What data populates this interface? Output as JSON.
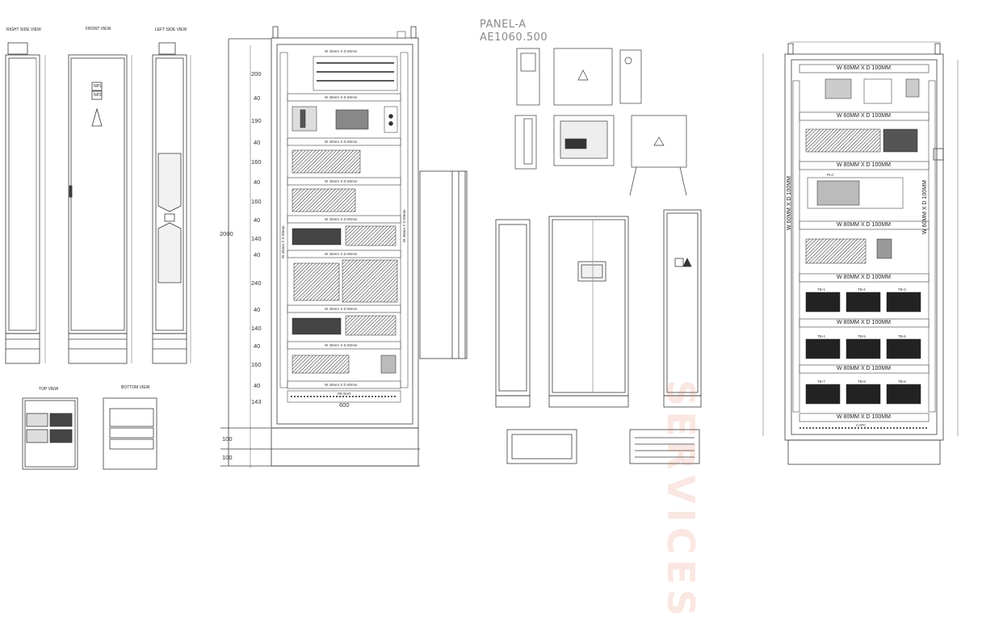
{
  "views": {
    "right_side": "RIGHT SIDE VIEW",
    "front": "FRONT VIEW",
    "left_side": "LEFT SIDE VIEW",
    "top": "TOP VIEW",
    "bottom": "BOTTOM VIEW"
  },
  "panel": {
    "title_line1": "PANEL-A",
    "title_line2": "AE1060.500"
  },
  "front_door_labels": [
    "NP1",
    "NP2"
  ],
  "main_panel": {
    "row_heights": [
      "200",
      "40",
      "190",
      "40",
      "160",
      "40",
      "160",
      "40",
      "140",
      "40",
      "240",
      "40",
      "140",
      "40",
      "160",
      "40",
      "143"
    ],
    "total_height": "2000",
    "width": "600",
    "plinth": [
      "100",
      "100"
    ],
    "trunking_label": "W 40mm X D 60mm",
    "vertical_trunking": "W 40mm X D 60mm",
    "bottom_strip": "PE BAR"
  },
  "right_panel": {
    "trunk_labels": [
      "W 60MM X D 100MM",
      "W 60MM X D 100MM",
      "W 80MM X D 100MM",
      "W 80MM X D 100MM",
      "W 80MM X D 100MM",
      "W 80MM X D 100MM",
      "W 80MM X D 100MM",
      "W 80MM X D 100MM"
    ],
    "vertical_left": "W 60MM X D 100MM",
    "vertical_right": "W 60MM X D 100MM",
    "plc_label": "PLC",
    "tb_labels": [
      "TB-1",
      "TB-2",
      "TB-3",
      "TB-4",
      "TB-5",
      "TB-6",
      "TB-7",
      "TB-8",
      "TB-9"
    ],
    "bottom_label": "CAPC"
  },
  "watermark": "SERVICES",
  "colors": {
    "line": "#3a3a3a",
    "light": "#9a9a9a",
    "hatch": "#1e1e1e",
    "watermark": "#e8836a"
  }
}
